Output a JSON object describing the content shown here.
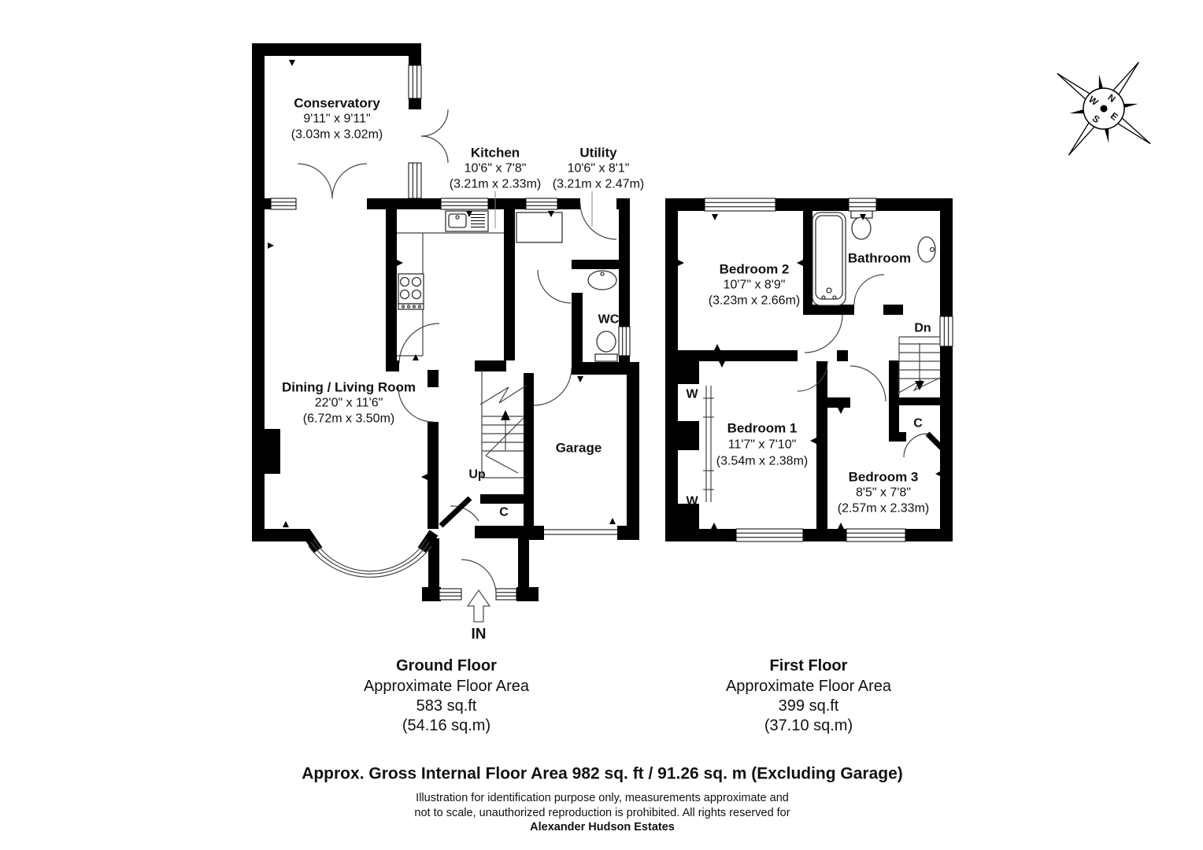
{
  "compass": {
    "north": "N",
    "east": "E",
    "south": "S",
    "west": "W"
  },
  "ground_floor": {
    "rooms": {
      "conservatory": {
        "name": "Conservatory",
        "size_imperial": "9'11\" x 9'11\"",
        "size_metric": "(3.03m x 3.02m)"
      },
      "kitchen": {
        "name": "Kitchen",
        "size_imperial": "10'6\" x 7'8\"",
        "size_metric": "(3.21m x 2.33m)"
      },
      "utility": {
        "name": "Utility",
        "size_imperial": "10'6\" x 8'1\"",
        "size_metric": "(3.21m x 2.47m)"
      },
      "wc": {
        "name": "WC"
      },
      "dining_living_room": {
        "name": "Dining / Living Room",
        "size_imperial": "22'0\" x 11'6\"",
        "size_metric": "(6.72m x 3.50m)"
      },
      "garage": {
        "name": "Garage"
      }
    },
    "labels": {
      "stairs_up": "Up",
      "cupboard": "C",
      "entrance": "IN"
    },
    "summary": {
      "title": "Ground Floor",
      "subtitle": "Approximate Floor Area",
      "area_imperial": "583 sq.ft",
      "area_metric": "(54.16 sq.m)"
    }
  },
  "first_floor": {
    "rooms": {
      "bedroom_1": {
        "name": "Bedroom 1",
        "size_imperial": "11'7\" x 7'10\"",
        "size_metric": "(3.54m x 2.38m)"
      },
      "bedroom_2": {
        "name": "Bedroom 2",
        "size_imperial": "10'7\" x 8'9\"",
        "size_metric": "(3.23m x 2.66m)"
      },
      "bedroom_3": {
        "name": "Bedroom 3",
        "size_imperial": "8'5\" x 7'8\"",
        "size_metric": "(2.57m x 2.33m)"
      },
      "bathroom": {
        "name": "Bathroom"
      }
    },
    "labels": {
      "stairs_down": "Dn",
      "cupboard": "C",
      "wardrobe_top": "W",
      "wardrobe_bottom": "W"
    },
    "summary": {
      "title": "First Floor",
      "subtitle": "Approximate Floor Area",
      "area_imperial": "399 sq.ft",
      "area_metric": "(37.10 sq.m)"
    }
  },
  "footer": {
    "gross_area": "Approx. Gross Internal Floor Area 982 sq. ft / 91.26 sq. m (Excluding Garage)",
    "disclaimer_line1": "Illustration for identification purpose only, measurements approximate and",
    "disclaimer_line2": "not to scale, unauthorized reproduction is prohibited. All rights reserved for",
    "company": "Alexander Hudson Estates"
  }
}
